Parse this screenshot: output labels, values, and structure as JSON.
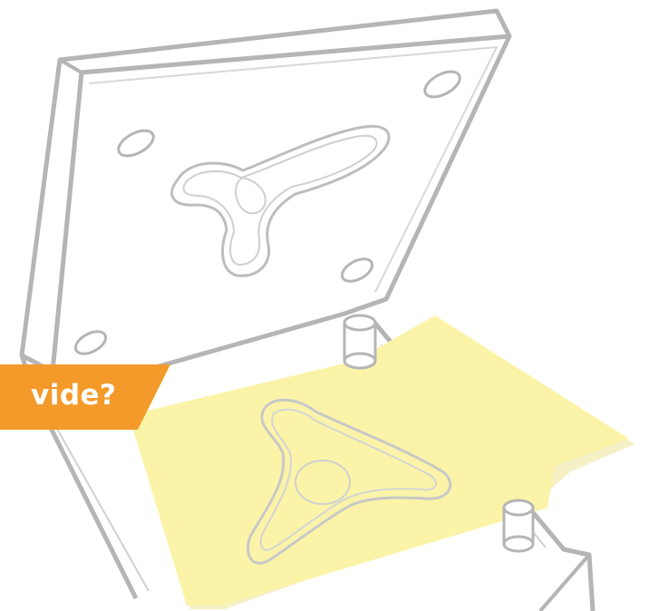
{
  "banner": {
    "text": "vide?",
    "color": "#f39a2b"
  },
  "colors": {
    "outline": "#b5b5b5",
    "mold_face": "#ffffff",
    "sheet_fill": "#fbf4a8",
    "sheet_shadow": "#efe6a0",
    "part_outline": "#c8c8c8"
  },
  "objects": [
    "mold-upper-plate",
    "mold-lower-plate",
    "plastic-sheet",
    "trefoil-mold-cavity",
    "trefoil-formed-part",
    "guide-pins",
    "alignment-holes"
  ]
}
